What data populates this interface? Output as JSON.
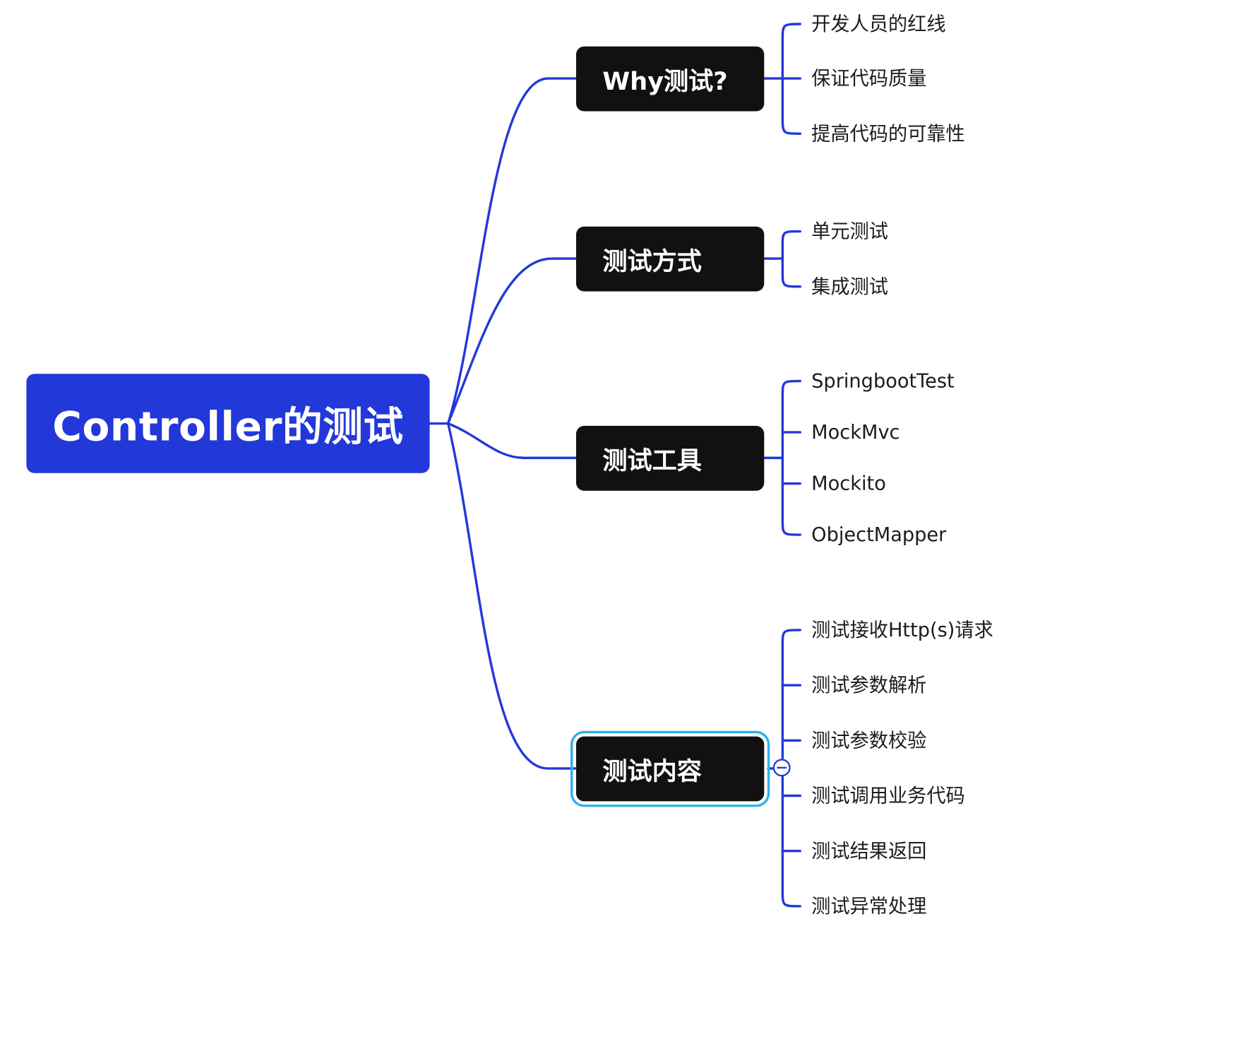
{
  "root": {
    "label": "Controller的测试"
  },
  "branches": [
    {
      "label": "Why测试?",
      "children": [
        "开发人员的红线",
        "保证代码质量",
        "提高代码的可靠性"
      ]
    },
    {
      "label": "测试方式",
      "children": [
        "单元测试",
        "集成测试"
      ]
    },
    {
      "label": "测试工具",
      "children": [
        "SpringbootTest",
        "MockMvc",
        "Mockito",
        "ObjectMapper"
      ]
    },
    {
      "label": "测试内容",
      "children": [
        "测试接收Http(s)请求",
        "测试参数解析",
        "测试参数校验",
        "测试调用业务代码",
        "测试结果返回",
        "测试异常处理"
      ]
    }
  ],
  "colors": {
    "root_fill": "#2338d9",
    "branch_fill": "#111111",
    "connector": "#2338d9",
    "selection": "#2bb0f0"
  }
}
